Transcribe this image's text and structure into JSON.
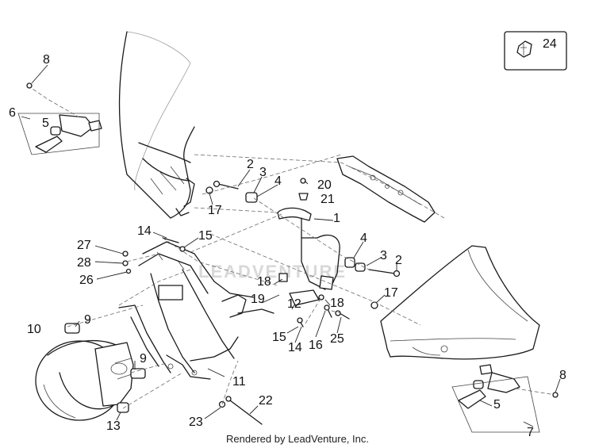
{
  "diagram": {
    "callouts": {
      "c24": "24",
      "c8a": "8",
      "c6": "6",
      "c5a": "5",
      "c2a": "2",
      "c3a": "3",
      "c4a": "4",
      "c20": "20",
      "c21": "21",
      "c17a": "17",
      "c1": "1",
      "c14a": "14",
      "c15a": "15",
      "c27": "27",
      "c28": "28",
      "c26": "26",
      "c4b": "4",
      "c3b": "3",
      "c2b": "2",
      "c17b": "17",
      "c18a": "18",
      "c19": "19",
      "c12": "12",
      "c18b": "18",
      "c10": "10",
      "c9a": "9",
      "c15b": "15",
      "c14b": "14",
      "c16": "16",
      "c25": "25",
      "c9b": "9",
      "c11": "11",
      "c8b": "8",
      "c5b": "5",
      "c7": "7",
      "c22": "22",
      "c23": "23",
      "c13": "13"
    },
    "watermark_text": "LEADVENTURE"
  },
  "footer": {
    "credit": "Rendered by LeadVenture, Inc."
  }
}
